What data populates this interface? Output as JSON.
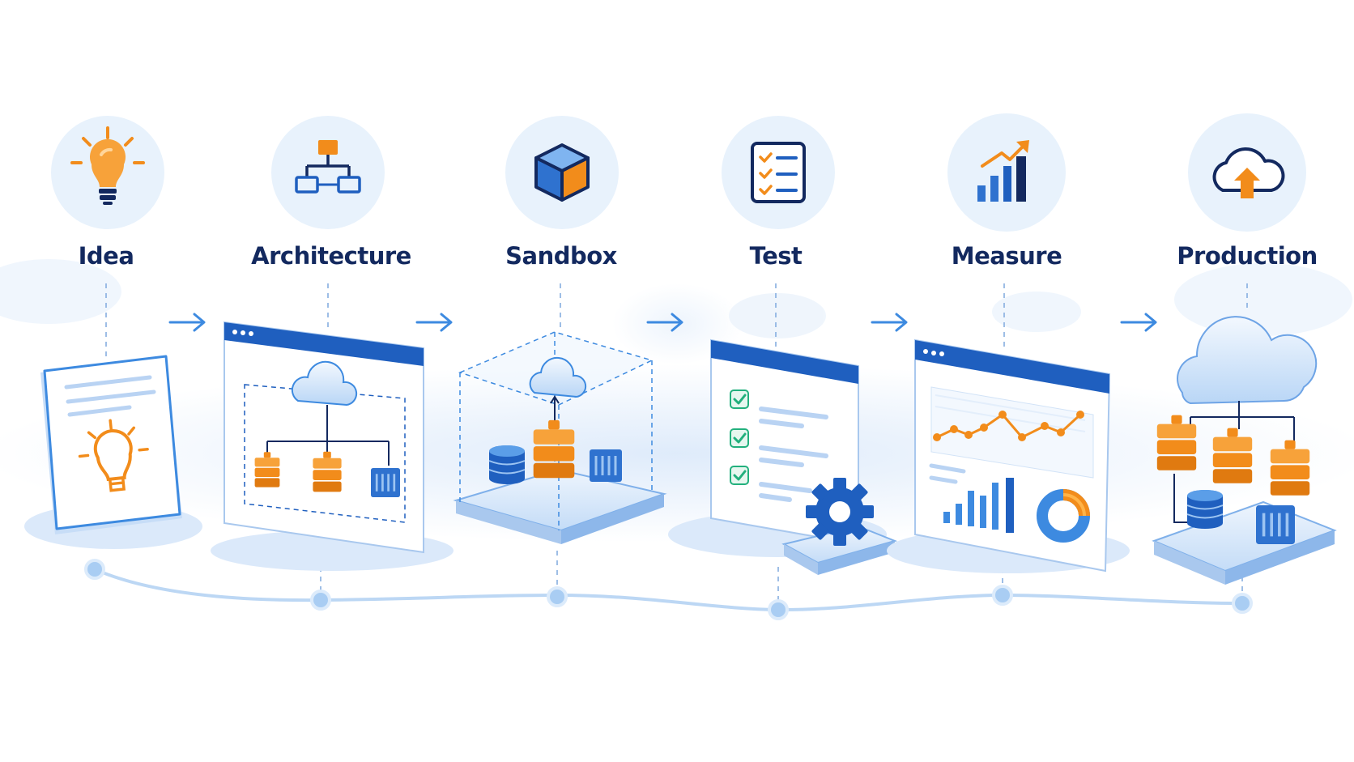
{
  "colors": {
    "navy": "#13295f",
    "blue": "#1f5fbf",
    "mid_blue": "#3d8ae0",
    "light_blue": "#dcebfb",
    "circle_fill": "#e8f2fc",
    "orange": "#f28c1b",
    "green": "#22b07d"
  },
  "steps": [
    {
      "label": "Idea",
      "icon": "lightbulb-icon"
    },
    {
      "label": "Architecture",
      "icon": "flowchart-icon"
    },
    {
      "label": "Sandbox",
      "icon": "cube-icon"
    },
    {
      "label": "Test",
      "icon": "checklist-icon"
    },
    {
      "label": "Measure",
      "icon": "rising-chart-icon"
    },
    {
      "label": "Production",
      "icon": "cloud-upload-icon"
    }
  ]
}
